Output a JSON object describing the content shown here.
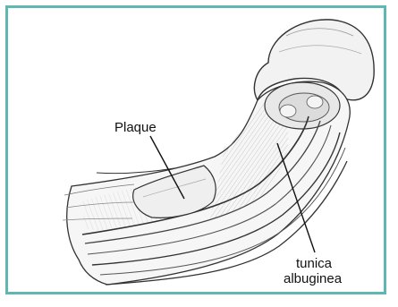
{
  "figure": {
    "border_color": "#5fb7b1",
    "labels": {
      "plaque": "Plaque",
      "tunica_line1": "tunica",
      "tunica_line2": "albuginea"
    }
  }
}
